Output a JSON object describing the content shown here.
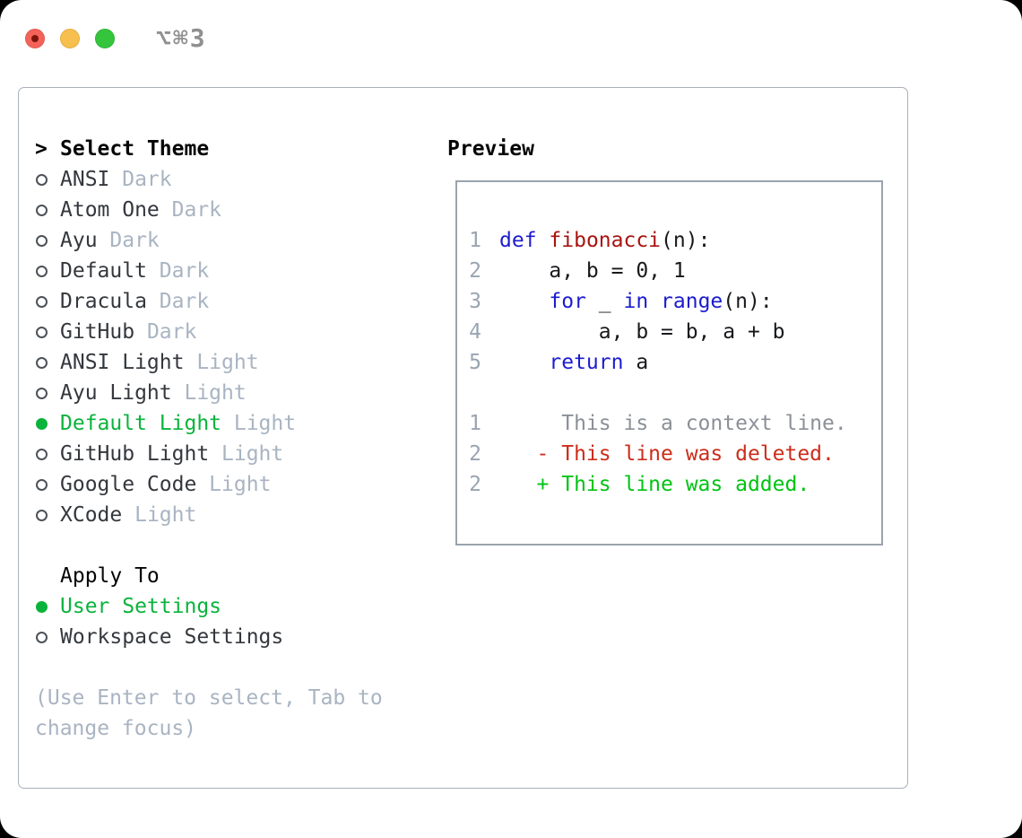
{
  "window": {
    "shortcut": "⌥⌘3"
  },
  "icons": {
    "traffic_lights": [
      "close",
      "minimize",
      "zoom"
    ],
    "close_inner": "dot",
    "radio_unselected": "circle-outline",
    "radio_selected": "circle-filled",
    "selection_caret": ">"
  },
  "theme_selector": {
    "caret": ">",
    "title": "Select Theme",
    "themes": [
      {
        "name": "ANSI",
        "variant": "Dark",
        "selected": false
      },
      {
        "name": "Atom One",
        "variant": "Dark",
        "selected": false
      },
      {
        "name": "Ayu",
        "variant": "Dark",
        "selected": false
      },
      {
        "name": "Default",
        "variant": "Dark",
        "selected": false
      },
      {
        "name": "Dracula",
        "variant": "Dark",
        "selected": false
      },
      {
        "name": "GitHub",
        "variant": "Dark",
        "selected": false
      },
      {
        "name": "ANSI Light",
        "variant": "Light",
        "selected": false
      },
      {
        "name": "Ayu Light",
        "variant": "Light",
        "selected": false
      },
      {
        "name": "Default Light",
        "variant": "Light",
        "selected": true
      },
      {
        "name": "GitHub Light",
        "variant": "Light",
        "selected": false
      },
      {
        "name": "Google Code",
        "variant": "Light",
        "selected": false
      },
      {
        "name": "XCode",
        "variant": "Light",
        "selected": false
      }
    ],
    "apply_to": {
      "title": "Apply To",
      "options": [
        {
          "name": "User Settings",
          "selected": true
        },
        {
          "name": "Workspace Settings",
          "selected": false
        }
      ]
    },
    "hint_lines": [
      "(Use Enter to select, Tab to",
      "change focus)"
    ]
  },
  "preview": {
    "title": "Preview",
    "lines": [
      {
        "num": "",
        "segments": []
      },
      {
        "num": "1",
        "segments": [
          {
            "t": "def",
            "c": "keyword"
          },
          {
            "t": " ",
            "c": "plain"
          },
          {
            "t": "fibonacci",
            "c": "function"
          },
          {
            "t": "(n):",
            "c": "plain"
          }
        ]
      },
      {
        "num": "2",
        "segments": [
          {
            "t": "    a, b = 0, 1",
            "c": "plain"
          }
        ]
      },
      {
        "num": "3",
        "segments": [
          {
            "t": "    ",
            "c": "plain"
          },
          {
            "t": "for",
            "c": "keyword"
          },
          {
            "t": " _ ",
            "c": "plain"
          },
          {
            "t": "in",
            "c": "keyword"
          },
          {
            "t": " ",
            "c": "plain"
          },
          {
            "t": "range",
            "c": "keyword"
          },
          {
            "t": "(n):",
            "c": "plain"
          }
        ]
      },
      {
        "num": "4",
        "segments": [
          {
            "t": "        a, b = b, a + b",
            "c": "plain"
          }
        ]
      },
      {
        "num": "5",
        "segments": [
          {
            "t": "    ",
            "c": "plain"
          },
          {
            "t": "return",
            "c": "keyword"
          },
          {
            "t": " a",
            "c": "plain"
          }
        ]
      },
      {
        "num": "",
        "segments": []
      },
      {
        "num": "1",
        "segments": [
          {
            "t": "     This is a context line.",
            "c": "context"
          }
        ]
      },
      {
        "num": "2",
        "segments": [
          {
            "t": "   - This line was deleted.",
            "c": "deleted"
          }
        ]
      },
      {
        "num": "2",
        "segments": [
          {
            "t": "   + This line was added.",
            "c": "added"
          }
        ]
      }
    ]
  },
  "colors": {
    "selection_green": "#0ab33c",
    "added_green": "#00c313",
    "deleted_red": "#cc2d1b",
    "keyword_blue": "#1c1ccf",
    "function_red": "#a81410",
    "muted_gray": "#a9b4c2",
    "gutter_gray": "#9aa4b2",
    "context_gray": "#8b9097",
    "text_dark": "#34383d",
    "panel_border": "#a9b0bb",
    "traffic_red": "#f4635a",
    "traffic_red_dot": "#7b150c",
    "traffic_yellow": "#f6bf4e",
    "traffic_green": "#35c53c"
  }
}
